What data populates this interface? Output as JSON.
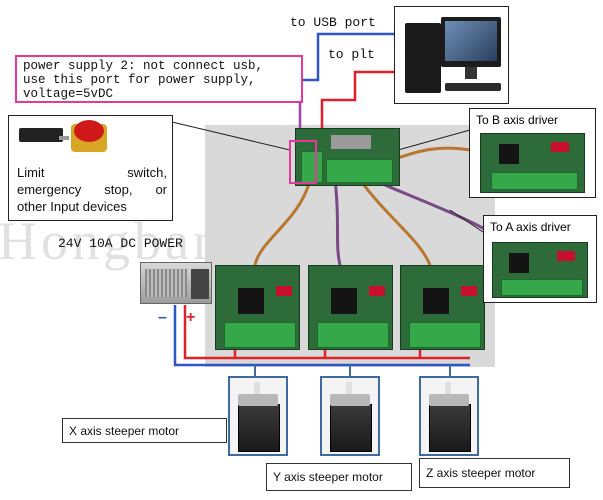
{
  "labels": {
    "to_usb_port": "to USB port",
    "to_plt": "to plt",
    "power_supply_note": [
      "power supply 2: not connect usb,",
      "use this port for power supply,",
      "voltage=5vDC"
    ],
    "limit_switch_line1_left": "Limit",
    "limit_switch_line1_right": "switch,",
    "limit_switch_line2_a": "emergency",
    "limit_switch_line2_b": "stop,",
    "limit_switch_line2_c": "or",
    "limit_switch_line3": "other Input devices",
    "power_24v": "24V 10A DC POWER",
    "minus": "–",
    "plus": "+",
    "to_b_axis": "To B axis driver",
    "to_a_axis": "To A axis driver",
    "x_motor": "X axis steeper motor",
    "y_motor": "Y axis steeper motor",
    "z_motor": "Z axis steeper motor",
    "watermark": "Hongbang Motor"
  },
  "colors": {
    "wire_red": "#e0202a",
    "wire_blue": "#2f56c6",
    "callout_pink": "#e6379a",
    "frame_blue": "#3e6aa0"
  }
}
